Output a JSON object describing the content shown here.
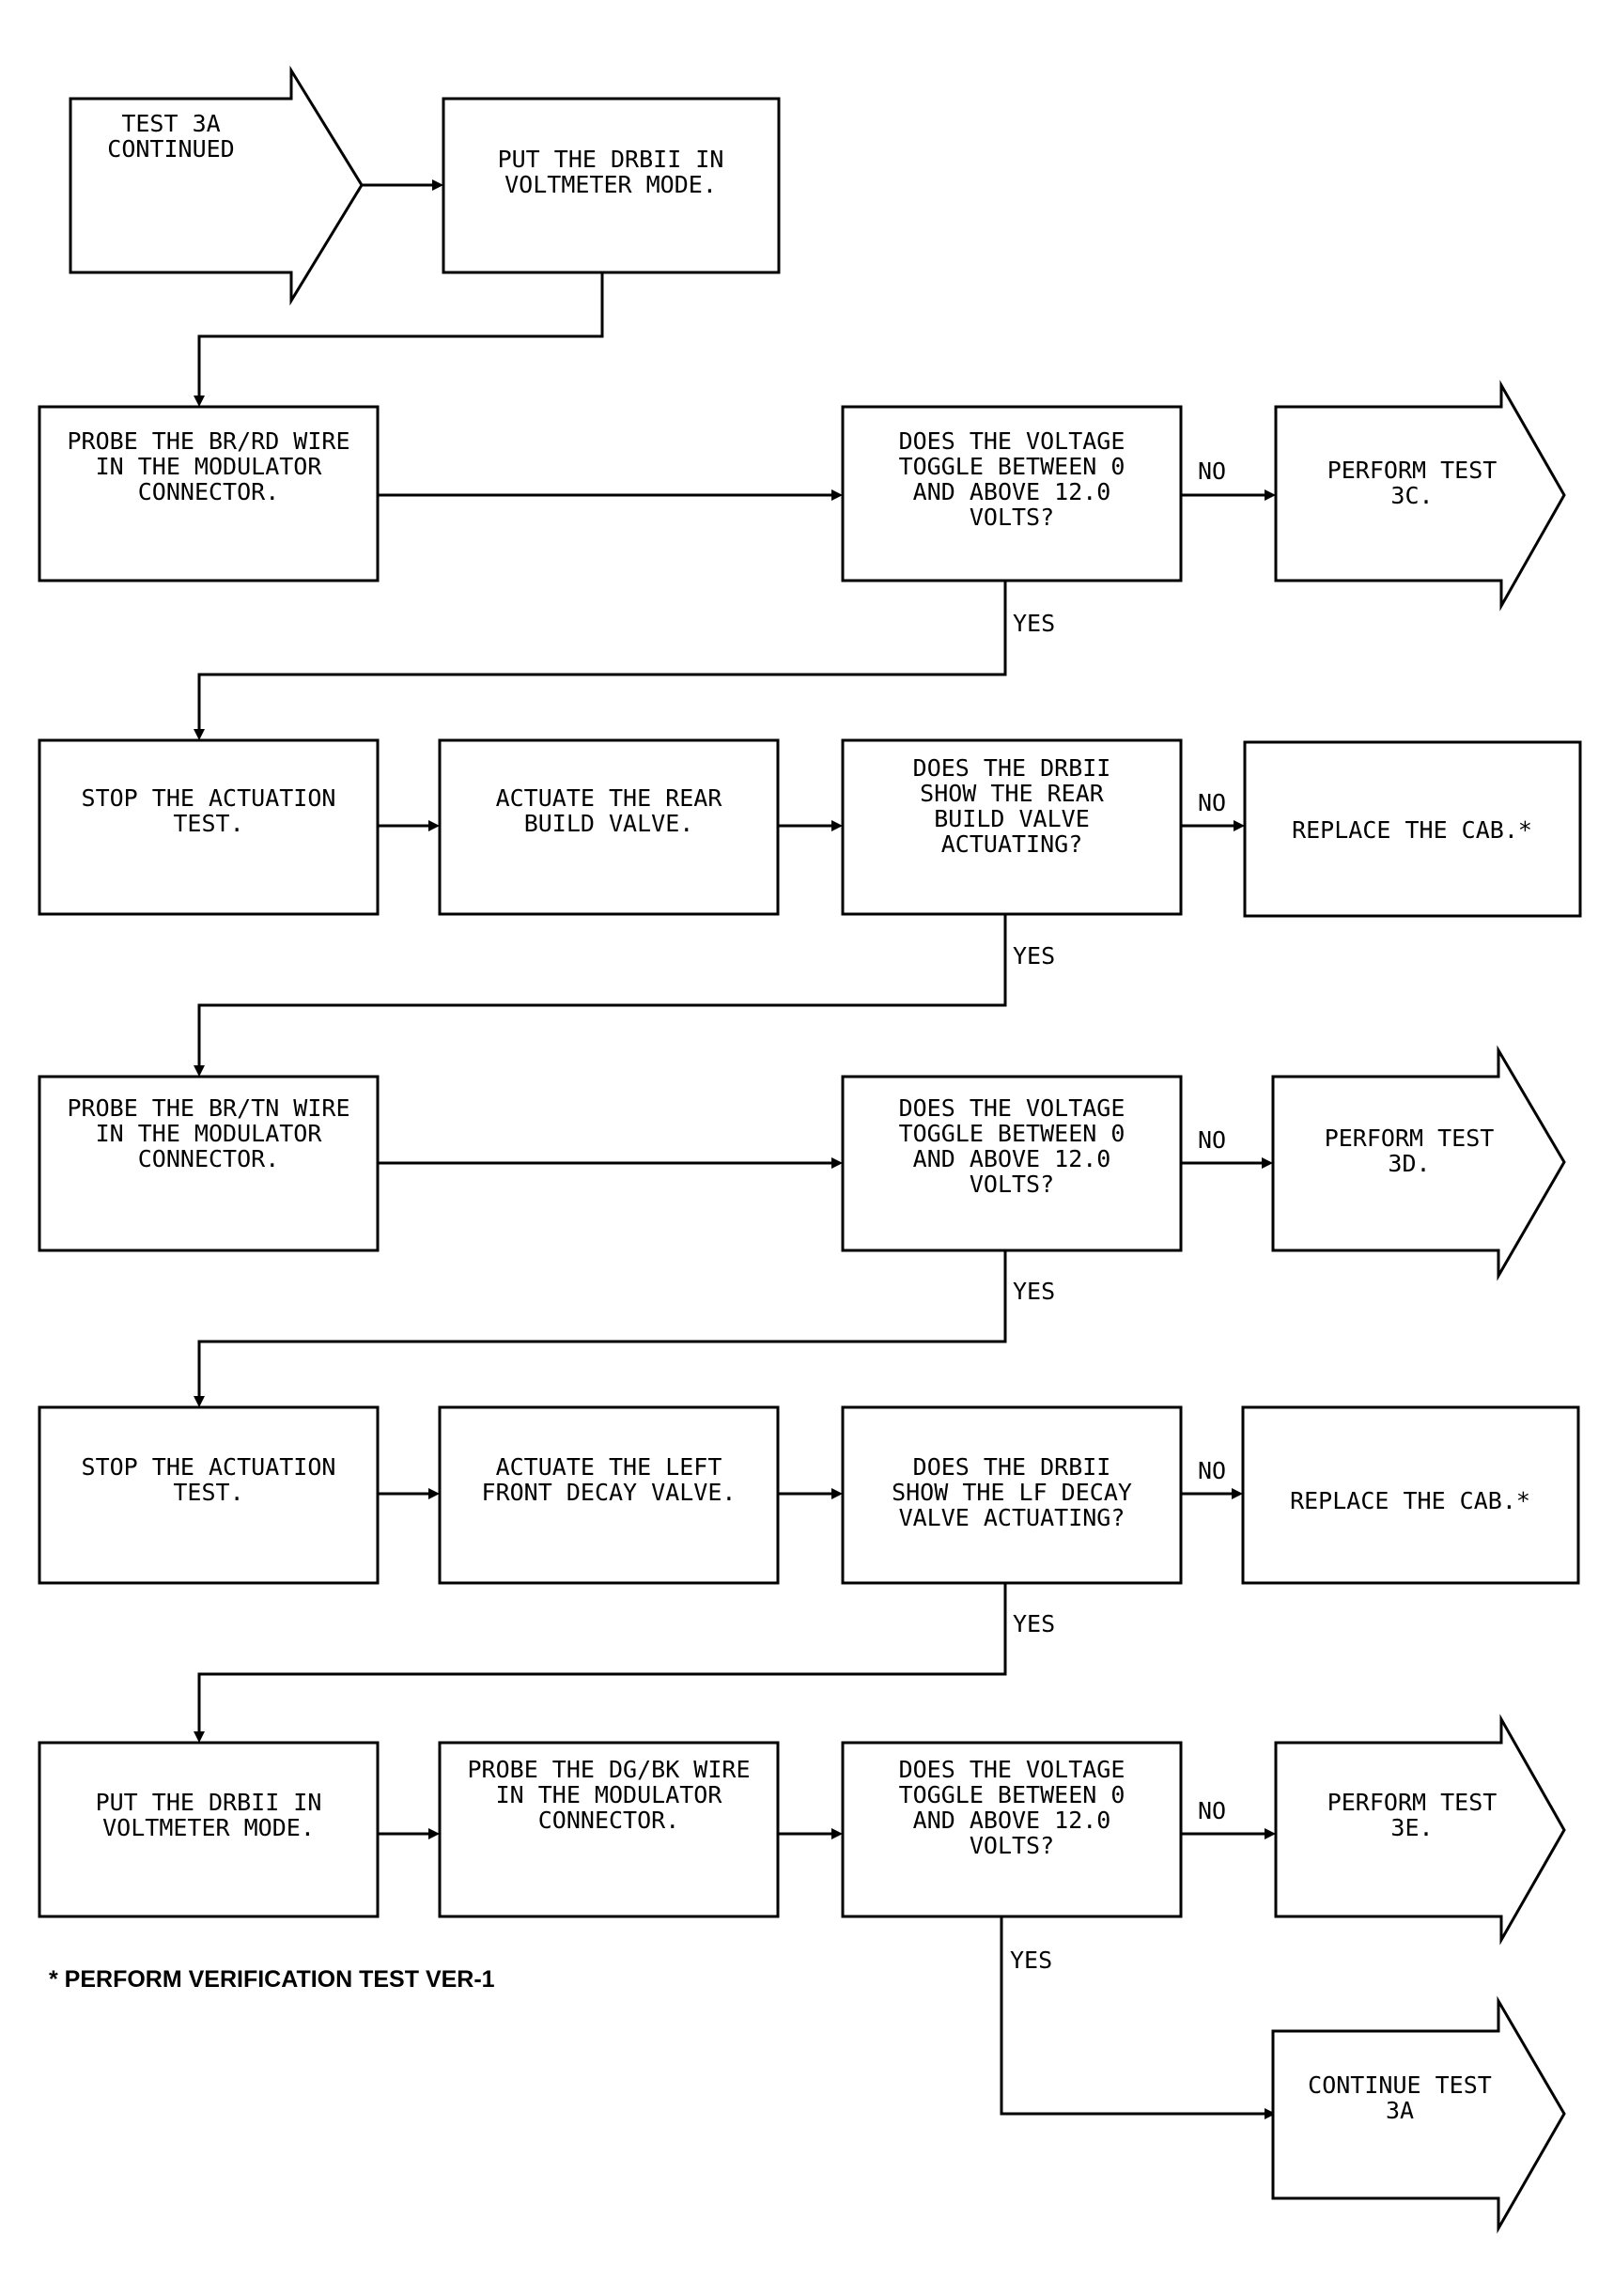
{
  "start": {
    "lines": [
      "TEST 3A",
      "CONTINUED"
    ]
  },
  "steps": {
    "put_voltmeter_1": [
      "PUT THE DRBII IN",
      "VOLTMETER MODE."
    ],
    "probe_br_rd": [
      "PROBE THE BR/RD WIRE",
      "IN THE MODULATOR",
      "CONNECTOR."
    ],
    "check_voltage_1": [
      "DOES THE VOLTAGE",
      "TOGGLE BETWEEN 0",
      "AND ABOVE 12.0",
      "VOLTS?"
    ],
    "perform_3c": [
      "PERFORM TEST",
      "3C."
    ],
    "stop_actuation_1": [
      "STOP THE ACTUATION",
      "TEST."
    ],
    "actuate_rear_build": [
      "ACTUATE THE REAR",
      "BUILD VALVE."
    ],
    "check_rear_build": [
      "DOES THE DRBII",
      "SHOW THE REAR",
      "BUILD VALVE",
      "ACTUATING?"
    ],
    "replace_cab_1": [
      "REPLACE THE CAB.*"
    ],
    "probe_br_tn": [
      "PROBE THE BR/TN WIRE",
      "IN THE MODULATOR",
      "CONNECTOR."
    ],
    "check_voltage_2": [
      "DOES THE VOLTAGE",
      "TOGGLE BETWEEN 0",
      "AND ABOVE 12.0",
      "VOLTS?"
    ],
    "perform_3d": [
      "PERFORM TEST",
      "3D."
    ],
    "stop_actuation_2": [
      "STOP THE ACTUATION",
      "TEST."
    ],
    "actuate_lf_decay": [
      "ACTUATE THE LEFT",
      "FRONT DECAY VALVE."
    ],
    "check_lf_decay": [
      "DOES THE DRBII",
      "SHOW THE LF DECAY",
      "VALVE ACTUATING?"
    ],
    "replace_cab_2": [
      "REPLACE THE CAB.*"
    ],
    "put_voltmeter_2": [
      "PUT THE DRBII IN",
      "VOLTMETER MODE."
    ],
    "probe_dg_bk": [
      "PROBE THE DG/BK WIRE",
      "IN THE MODULATOR",
      "CONNECTOR."
    ],
    "check_voltage_3": [
      "DOES THE VOLTAGE",
      "TOGGLE BETWEEN 0",
      "AND ABOVE 12.0",
      "VOLTS?"
    ],
    "perform_3e": [
      "PERFORM TEST",
      "3E."
    ],
    "continue_3a": [
      "CONTINUE TEST",
      "3A"
    ]
  },
  "labels": {
    "no": "NO",
    "yes": "YES"
  },
  "footnote": "* PERFORM VERIFICATION TEST VER-1"
}
